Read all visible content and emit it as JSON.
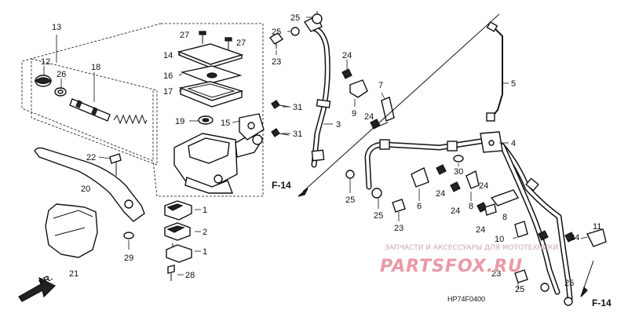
{
  "diagram": {
    "callouts": {
      "c13": "13",
      "c12": "12",
      "c26": "26",
      "c18": "18",
      "c27a": "27",
      "c27b": "27",
      "c14": "14",
      "c16": "16",
      "c17": "17",
      "c19": "19",
      "c15": "15",
      "c22": "22",
      "c20": "20",
      "c21": "21",
      "c29": "29",
      "c28": "28",
      "c1a": "1",
      "c2": "2",
      "c1b": "1",
      "c25a": "25",
      "c25b": "25",
      "c23a": "23",
      "c24a": "24",
      "c7": "7",
      "c31a": "31",
      "c31b": "31",
      "c3": "3",
      "c9": "9",
      "c24b": "24",
      "c5": "5",
      "c4": "4",
      "c25c": "25",
      "c25d": "25",
      "c23b": "23",
      "c6": "6",
      "c30": "30",
      "c24c": "24",
      "c24d": "24",
      "c24e": "24",
      "c8a": "8",
      "c8b": "8",
      "c24f": "24",
      "c10": "10",
      "c11": "11",
      "c24g": "24",
      "c23c": "23",
      "c25e": "25",
      "c25f": "25"
    },
    "ref_front": "FR.",
    "ref_f14_left": "F-14",
    "ref_f14_right": "F-14",
    "drawing_code": "HP74F0400"
  },
  "watermark": {
    "line": "ЗАПЧАСТИ И АКСЕССУАРЫ ДЛЯ МОТОТЕХНИКИ",
    "logo": "PARTSFOX.RU"
  }
}
